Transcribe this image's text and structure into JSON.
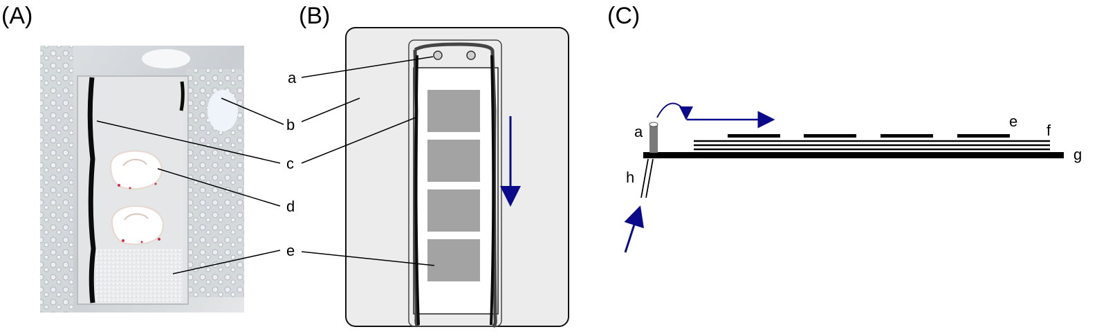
{
  "panels": [
    {
      "label": "(A)",
      "description_type": "photo",
      "callouts": [
        "b",
        "c",
        "d",
        "e"
      ]
    },
    {
      "label": "(B)",
      "description_type": "schematic-top-view",
      "callouts": [
        "a",
        "b",
        "c",
        "e"
      ],
      "flow_arrow_direction": "down"
    },
    {
      "label": "(C)",
      "description_type": "schematic-side-view",
      "callouts": [
        "a",
        "e",
        "f",
        "g",
        "h"
      ]
    }
  ],
  "colors": {
    "flow_arrow": "#0a0a8a",
    "pad_gray": "#a3a3a3",
    "chamber_fill": "#ececec",
    "strip_gray": "#7a7a7a"
  }
}
